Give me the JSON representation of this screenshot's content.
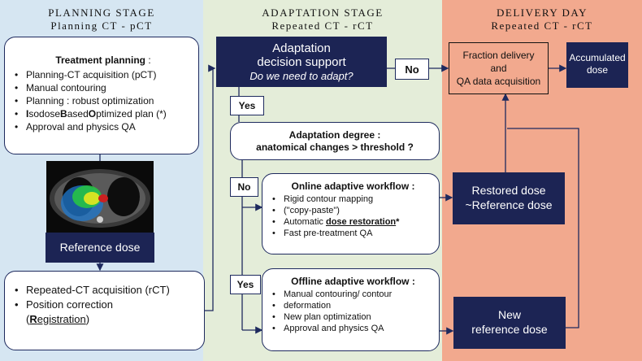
{
  "stages": {
    "planning": {
      "title": "PLANNING STAGE",
      "subtitle": "Planning CT - pCT"
    },
    "adaptation": {
      "title": "ADAPTATION STAGE",
      "subtitle": "Repeated CT - rCT"
    },
    "delivery": {
      "title": "DELIVERY DAY",
      "subtitle": "Repeated CT - rCT"
    }
  },
  "treatment_planning": {
    "title": "Treatment planning",
    "title_suffix": " :",
    "items": [
      "Planning-CT acquisition (pCT)",
      "Manual contouring",
      "Planning : robust optimization"
    ],
    "ibo": {
      "i": "I",
      "sodose": "sodose",
      "b": "B",
      "ased": "ased",
      "o": "O",
      "ptimized": "ptimized plan (*)"
    },
    "last_item": "Approval and physics QA"
  },
  "reference_dose": "Reference dose",
  "repeated_ct": {
    "item1": "Repeated-CT acquisition (rCT)",
    "item2": "Position correction",
    "reg_open": "(",
    "reg_bold": "R",
    "reg_rest": "egistration",
    "reg_close": ")"
  },
  "decision": {
    "title_line1": "Adaptation",
    "title_line2": "decision support",
    "question": "Do we need to adapt?"
  },
  "labels": {
    "no_top": "No",
    "yes_top": "Yes",
    "no_mid": "No",
    "yes_bot": "Yes"
  },
  "degree": {
    "line1": "Adaptation degree :",
    "line2": "anatomical changes > threshold ?"
  },
  "online": {
    "title": "Online adaptive workflow :",
    "item1": "Rigid contour mapping",
    "item1b": "(\"copy-paste\")",
    "item2_prefix": "Automatic ",
    "item2_bold": "dose restoration",
    "item2_star": "*",
    "item3": "Fast pre-treatment QA"
  },
  "offline": {
    "title": "Offline adaptive workflow :",
    "item1": "Manual contouring/ contour",
    "item1b": "deformation",
    "item2": "New plan optimization",
    "item3": "Approval and physics QA"
  },
  "fraction": {
    "line1": "Fraction delivery",
    "line2": "and",
    "line3": "QA data acquisition"
  },
  "accumulated": {
    "line1": "Accumulated",
    "line2": "dose"
  },
  "restored": {
    "line1": "Restored dose",
    "line2": "~Reference dose"
  },
  "new_ref": {
    "line1": "New",
    "line2": "reference dose"
  },
  "colors": {
    "navy": "#1c2454",
    "planning_bg": "#d6e6f2",
    "adaptation_bg": "#e4edd9",
    "delivery_bg": "#f2a98e"
  },
  "icons": {
    "ct_image": "ct-scan-image"
  }
}
